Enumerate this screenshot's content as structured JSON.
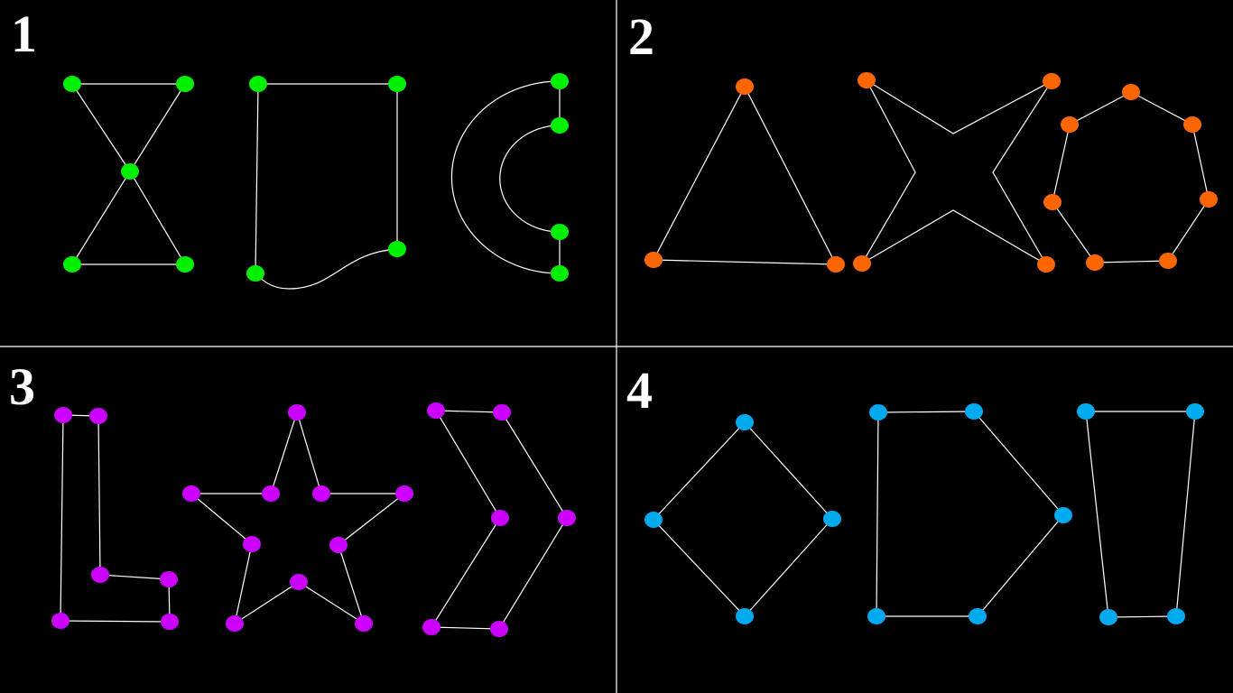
{
  "panels": [
    {
      "number": "1",
      "point_color": "#00f000"
    },
    {
      "number": "2",
      "point_color": "#ff6600"
    },
    {
      "number": "3",
      "point_color": "#cc00ff"
    },
    {
      "number": "4",
      "point_color": "#00aaee"
    }
  ],
  "divider_color": "#ffffff",
  "edge_color": "#ffffff",
  "background": "#000000"
}
